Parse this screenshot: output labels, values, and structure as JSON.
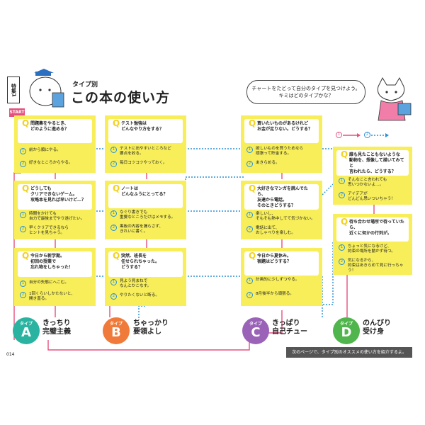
{
  "header": {
    "feature_tag": "特集1",
    "subtitle": "タイプ別",
    "title": "この本の使い方",
    "start_label": "START",
    "speech": "チャートをたどって自分のタイプを見つけよう。\nキミはどのタイプかな？",
    "legend_1": "1",
    "legend_2": "2"
  },
  "cards": [
    {
      "q": "問題集をやるとき、\nどのように進める？",
      "o1": "前から順にやる。",
      "o2": "好きなところからやる。"
    },
    {
      "q": "テスト勉強は\nどんなやり方をする？",
      "o1": "テストに出やすいところなど\n要点を絞る。",
      "o2": "毎日コツコツやっておく。"
    },
    {
      "q": "買いたいものがあるけれど\nお金が足りない。どうする？",
      "o1": "欲しいものを買うためなら\n頑張って貯金する。",
      "o2": "あきらめる。"
    },
    {
      "q": "誰も見たこともないような\n動物を、想像して描いてみてと\n言われたら、どうする？",
      "o1": "そんなこと言われても\n思いつかないよ…。",
      "o2": "アイデアが\nどんどん思いついちゃう！"
    },
    {
      "q": "どうしても\nクリアできないゲーム。\n攻略本を見れば早いけど…？",
      "o1": "時間をかけても\n自力で最後までやり遂げたい。",
      "o2": "早くクリアできるなら\nヒントを見ちゃう。"
    },
    {
      "q": "ノートは\nどんなふうにとってる？",
      "o1": "なぐり書きでも\n重要なところだけはメモする。",
      "o2": "黒板の内容を漏らさず、\nきれいに書く。"
    },
    {
      "q": "大好きなマンガを読んでたら、\n友達から電話。\nそのときどうする？",
      "o1": "楽しいし、\nそもそも熱中してて気づかない。",
      "o2": "電話に出て、\nおしゃべりを楽しむ。"
    },
    {
      "q": "待ち合わせ場所で待っていたら、\n近くに何かの行列が。",
      "o1": "ちょっと気になるけど、\n約束の場所を動かず待つ。",
      "o2": "気になるから、\n約束はあきらめて見に行っちゃう！"
    },
    {
      "q": "今日から新学期。\n初回の授業で\n忘れ物をしちゃった！",
      "o1": "自分の失態にへこむ。",
      "o2": "1回くらいしかたないと、\n開き直る。"
    },
    {
      "q": "突然、班長を\n任せられちゃった。\nどうする？",
      "o1": "見よう見まねで\nなんとかこなす。",
      "o2": "やりたくないと断る。"
    },
    {
      "q": "今日から夏休み。\n宿題はどうする？",
      "o1": "計画的に少しずつやる。",
      "o2": "8月後半から頑張る。"
    }
  ],
  "types": [
    {
      "label": "タイプ",
      "letter": "A",
      "name": "きっちり\n完璧主義",
      "color": "#2ab3a0"
    },
    {
      "label": "タイプ",
      "letter": "B",
      "name": "ちゃっかり\n要領よし",
      "color": "#f07a3a"
    },
    {
      "label": "タイプ",
      "letter": "C",
      "name": "きっぱり\n自己チュー",
      "color": "#9a63b8"
    },
    {
      "label": "タイプ",
      "letter": "D",
      "name": "のんびり\n受け身",
      "color": "#4fb54c"
    }
  ],
  "footer": {
    "page_number": "014",
    "note": "次のページで、タイプ別のオススメの使い方を紹介するよ。"
  },
  "colors": {
    "card": "#f7ee5a",
    "arrow_1": "#e5507e",
    "arrow_2": "#2b8fd6"
  }
}
